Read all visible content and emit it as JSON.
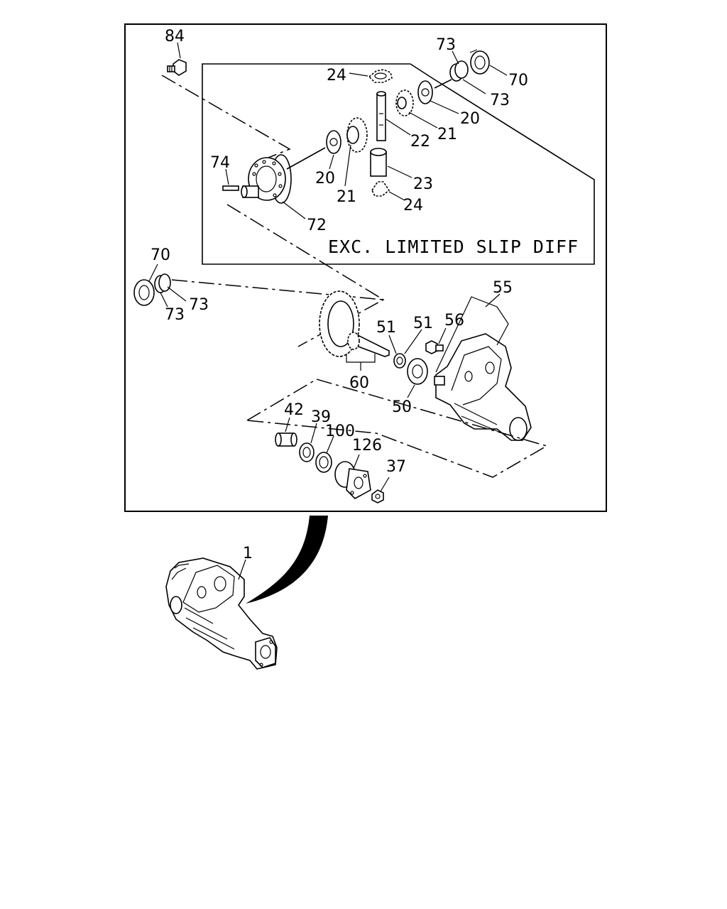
{
  "note": "EXC. LIMITED SLIP DIFF",
  "callouts": {
    "c84": "84",
    "c73a": "73",
    "c70a": "70",
    "c73b": "73",
    "c24a": "24",
    "c20a": "20",
    "c21a": "21",
    "c22": "22",
    "c74": "74",
    "c20b": "20",
    "c21b": "21",
    "c23": "23",
    "c24b": "24",
    "c72": "72",
    "c70b": "70",
    "c73c": "73",
    "c73d": "73",
    "c55": "55",
    "c56": "56",
    "c51a": "51",
    "c51b": "51",
    "c60": "60",
    "c50": "50",
    "c42": "42",
    "c39": "39",
    "c100": "100",
    "c126": "126",
    "c37": "37",
    "c1": "1"
  }
}
